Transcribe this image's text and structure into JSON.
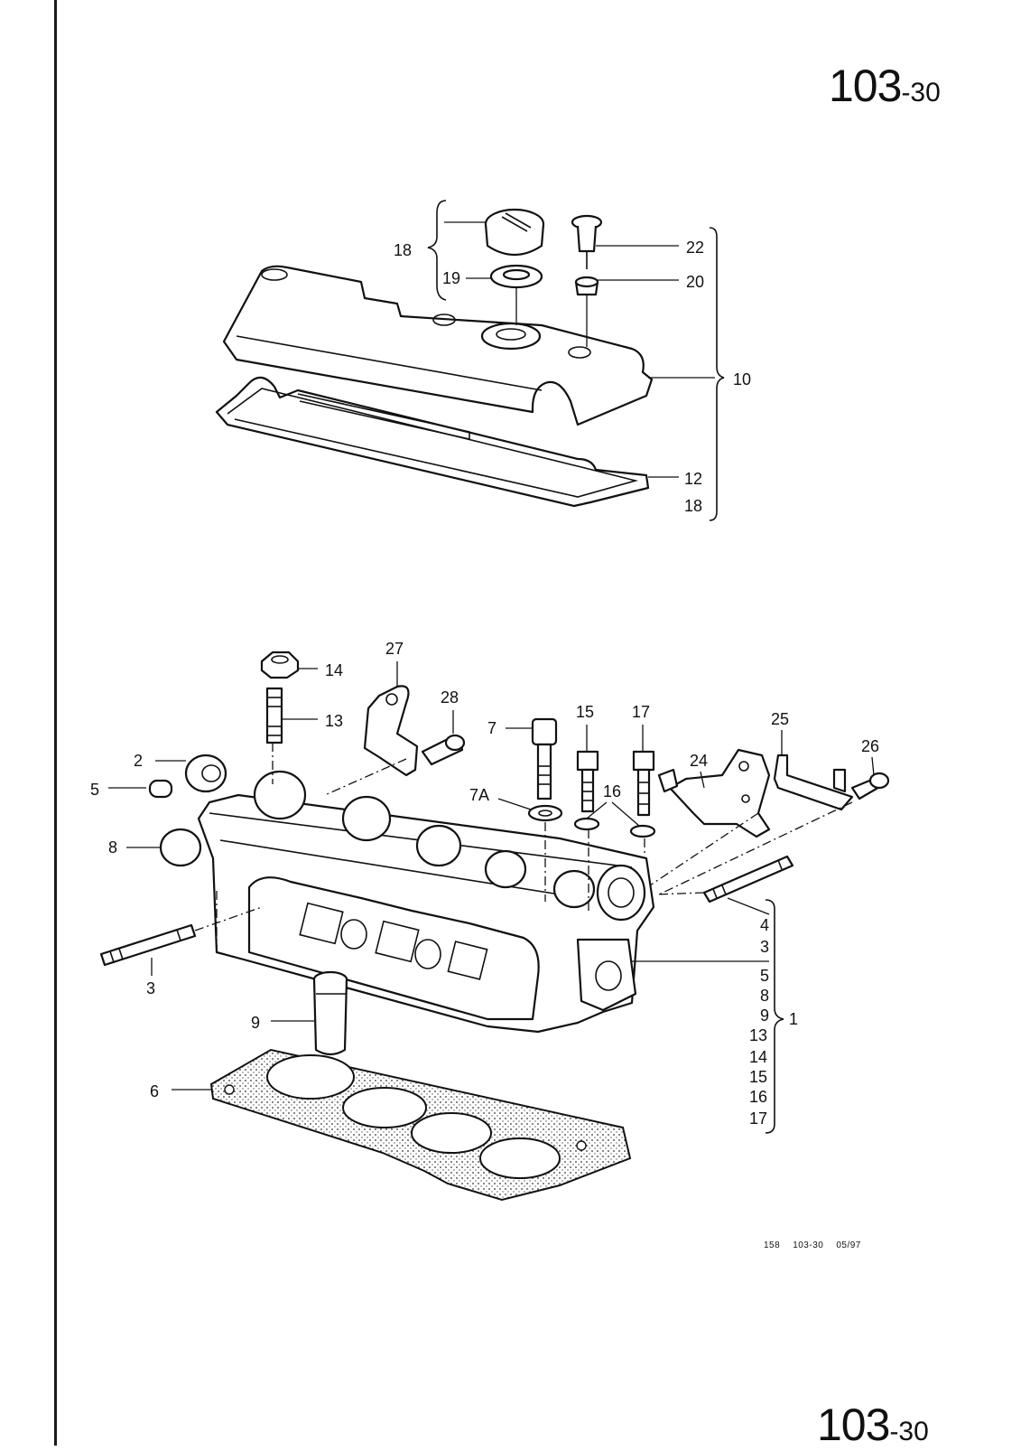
{
  "page_number": {
    "main": "103",
    "suffix": "-30"
  },
  "footer": {
    "code1": "158",
    "code2": "103-30",
    "date": "05/97"
  },
  "callouts": [
    {
      "id": "c18a",
      "label": "18"
    },
    {
      "id": "c19",
      "label": "19"
    },
    {
      "id": "c22",
      "label": "22"
    },
    {
      "id": "c20",
      "label": "20"
    },
    {
      "id": "c10",
      "label": "10"
    },
    {
      "id": "c12",
      "label": "12"
    },
    {
      "id": "c18b",
      "label": "18"
    },
    {
      "id": "c27",
      "label": "27"
    },
    {
      "id": "c14",
      "label": "14"
    },
    {
      "id": "c28",
      "label": "28"
    },
    {
      "id": "c13",
      "label": "13"
    },
    {
      "id": "c7",
      "label": "7"
    },
    {
      "id": "c15",
      "label": "15"
    },
    {
      "id": "c17",
      "label": "17"
    },
    {
      "id": "c25",
      "label": "25"
    },
    {
      "id": "c26",
      "label": "26"
    },
    {
      "id": "c24",
      "label": "24"
    },
    {
      "id": "c2",
      "label": "2"
    },
    {
      "id": "c5",
      "label": "5"
    },
    {
      "id": "c7a",
      "label": "7A"
    },
    {
      "id": "c16",
      "label": "16"
    },
    {
      "id": "c8",
      "label": "8"
    },
    {
      "id": "c3a",
      "label": "3"
    },
    {
      "id": "c9",
      "label": "9"
    },
    {
      "id": "c6",
      "label": "6"
    },
    {
      "id": "c1",
      "label": "1"
    }
  ],
  "assembly_list": [
    "4",
    "3",
    "5",
    "8",
    "9",
    "13",
    "14",
    "15",
    "16",
    "17"
  ]
}
